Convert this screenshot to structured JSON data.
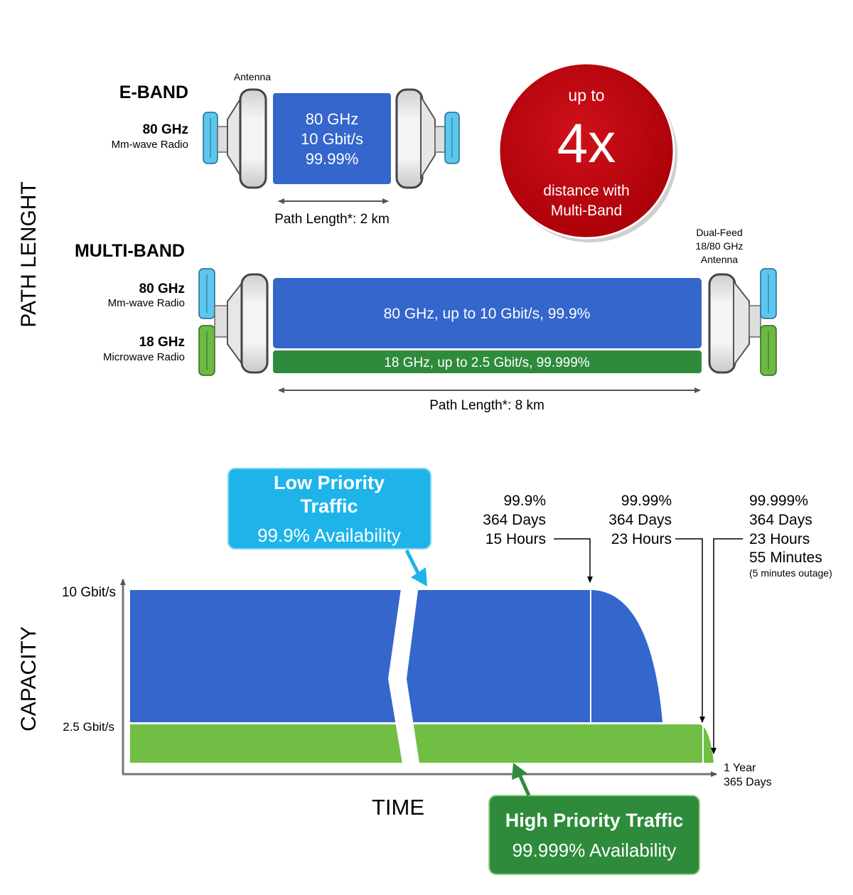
{
  "top": {
    "side_label": "PATH LENGHT",
    "eband": {
      "title": "E-BAND",
      "antenna_label": "Antenna",
      "radio_freq": "80 GHz",
      "radio_type": "Mm-wave Radio",
      "box_lines": [
        "80 GHz",
        "10 Gbit/s",
        "99.99%"
      ],
      "path_length": "Path Length*:  2 km"
    },
    "badge": {
      "line1": "up to",
      "big": "4x",
      "line3": "distance with",
      "line4": "Multi-Band"
    },
    "multiband": {
      "title": "MULTI-BAND",
      "radio1_freq": "80 GHz",
      "radio1_type": "Mm-wave Radio",
      "radio2_freq": "18 GHz",
      "radio2_type": "Microwave Radio",
      "antenna_lines": [
        "Dual-Feed",
        "18/80 GHz",
        "Antenna"
      ],
      "bar80": "80 GHz, up to 10 Gbit/s, 99.9%",
      "bar18": "18 GHz, up to 2.5 Gbit/s, 99.999%",
      "path_length": "Path Length*:  8 km"
    }
  },
  "bottom": {
    "y_axis": "CAPACITY",
    "x_axis": "TIME",
    "y_ticks": [
      "10 Gbit/s",
      "2.5 Gbit/s"
    ],
    "x_end": [
      "1 Year",
      "365 Days"
    ],
    "low_callout": {
      "line1": "Low Priority",
      "line2": "Traffic",
      "line3": "99.9% Availability"
    },
    "high_callout": {
      "line1": "High Priority Traffic",
      "line2": "99.999% Availability"
    },
    "annotations": [
      {
        "lines": [
          "99.9%",
          "364 Days",
          "15 Hours"
        ]
      },
      {
        "lines": [
          "99.99%",
          "364 Days",
          "23 Hours"
        ]
      },
      {
        "lines": [
          "99.999%",
          "364 Days",
          "23 Hours",
          "55 Minutes"
        ],
        "note": "(5 minutes outage)"
      }
    ]
  },
  "colors": {
    "blue": "#3466CC",
    "green_dark": "#2E8B3C",
    "green_light": "#71BE44",
    "red": "#C0000A",
    "cyan": "#1EB4EA",
    "radio_blue": "#5CC6EE",
    "radio_green": "#6CB944"
  }
}
